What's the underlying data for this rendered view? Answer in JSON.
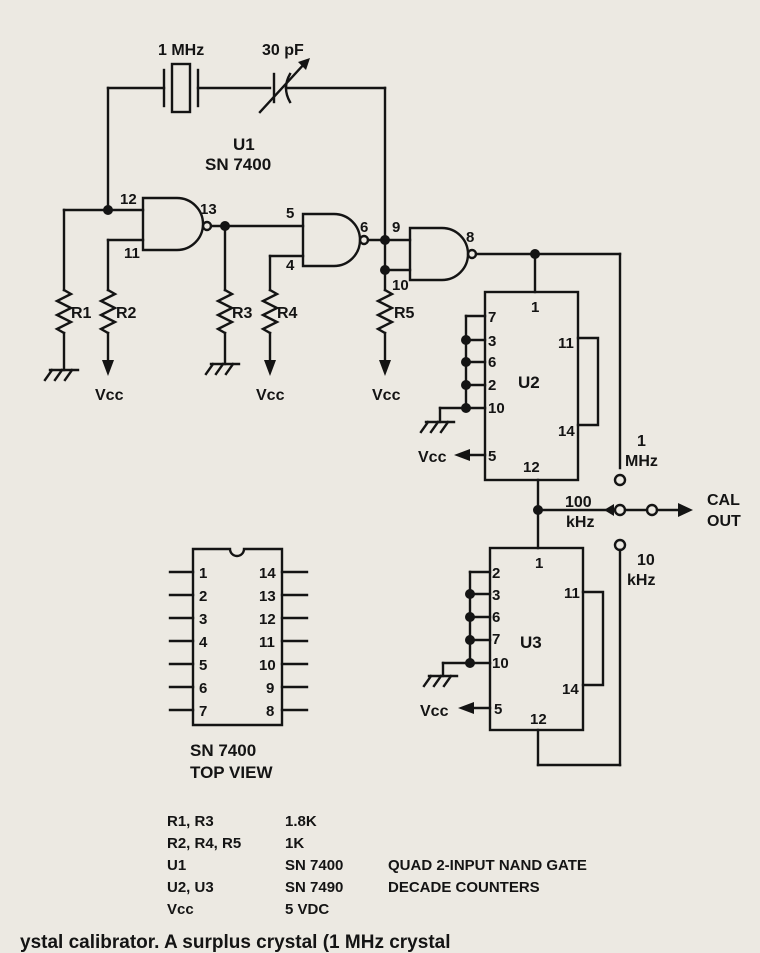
{
  "crystal": {
    "label": "1 MHz"
  },
  "trim_cap": {
    "label": "30 pF"
  },
  "u1": {
    "name": "U1",
    "part": "SN 7400"
  },
  "gate_a": {
    "pin_in1": "12",
    "pin_in2": "11",
    "pin_out": "13"
  },
  "gate_b": {
    "pin_in1": "5",
    "pin_in2": "4",
    "pin_out": "6"
  },
  "gate_c": {
    "pin_in1": "9",
    "pin_in2": "10",
    "pin_out": "8"
  },
  "resistors": {
    "r1": "R1",
    "r2": "R2",
    "r3": "R3",
    "r4": "R4",
    "r5": "R5"
  },
  "vcc": "Vcc",
  "u2": {
    "name": "U2",
    "pins_left": [
      "7",
      "3",
      "6",
      "2",
      "10"
    ],
    "pin_top": "1",
    "pin_vcc": "5",
    "pin_out": "12",
    "pin_r1": "11",
    "pin_r2": "14"
  },
  "u3": {
    "name": "U3",
    "pins_left": [
      "2",
      "3",
      "6",
      "7",
      "10"
    ],
    "pin_top": "1",
    "pin_vcc": "5",
    "pin_out": "12",
    "pin_r1": "11",
    "pin_r2": "14"
  },
  "switch": {
    "t1": {
      "line1": "1",
      "line2": "MHz"
    },
    "t2": {
      "line1": "100",
      "line2": "kHz"
    },
    "t3": {
      "line1": "10",
      "line2": "kHz"
    },
    "out": {
      "line1": "CAL",
      "line2": "OUT"
    }
  },
  "dip": {
    "left_pins": [
      "1",
      "2",
      "3",
      "4",
      "5",
      "6",
      "7"
    ],
    "right_pins": [
      "14",
      "13",
      "12",
      "11",
      "10",
      "9",
      "8"
    ],
    "title": "SN 7400",
    "subtitle": "TOP VIEW"
  },
  "parts_list": [
    {
      "ref": "R1, R3",
      "value": "1.8K",
      "desc": ""
    },
    {
      "ref": "R2, R4, R5",
      "value": "1K",
      "desc": ""
    },
    {
      "ref": "U1",
      "value": "SN 7400",
      "desc": "QUAD 2-INPUT NAND GATE"
    },
    {
      "ref": "U2, U3",
      "value": "SN 7490",
      "desc": "DECADE COUNTERS"
    },
    {
      "ref": "Vcc",
      "value": "5 VDC",
      "desc": ""
    }
  ],
  "caption": "ystal calibrator. A surplus crystal (1 MHz crystal"
}
